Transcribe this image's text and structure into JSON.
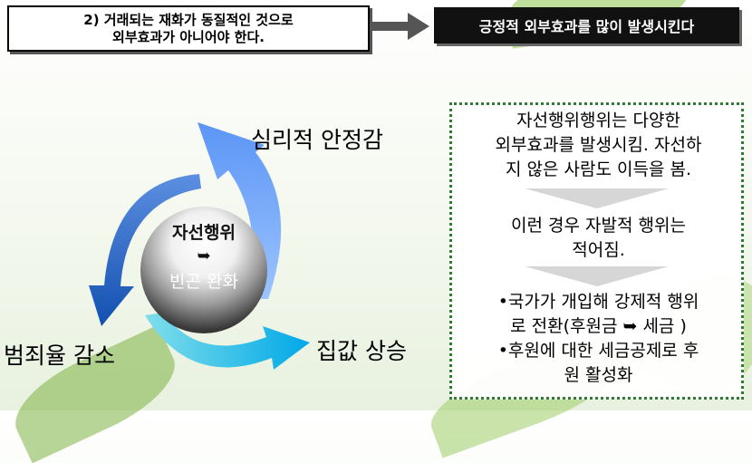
{
  "top": {
    "left_box": {
      "line1": "2) 거래되는 재화가 동질적인 것으로",
      "line2": "외부효과가 아니어야 한다."
    },
    "right_box": "긍정적 외부효과를 많이 발생시킨다"
  },
  "cycle": {
    "center_line1": "자선행위",
    "center_arrow": "➥",
    "center_line2": "빈곤 완화",
    "label_top": "심리적 안정감",
    "label_right": "집값 상승",
    "label_left": "범죄율 감소"
  },
  "explanation": {
    "para1": [
      "자선행위행위는 다양한",
      "외부효과를 발생시킴. 자선하",
      "지 않은 사람도 이득을 봄."
    ],
    "para2": [
      "이런 경우 자발적 행위는",
      "적어짐."
    ],
    "para3": [
      "•국가가 개입해 강제적 행위",
      "로 전환(후원금 ➥ 세금 )",
      "•후원에 대한 세금공제로 후",
      "원 활성화"
    ]
  },
  "colors": {
    "arrow_top_right": "#6fa8ff",
    "arrow_bottom": "#29b6f6",
    "arrow_left": "#1565c0",
    "dotted_border": "#2e7d32"
  }
}
